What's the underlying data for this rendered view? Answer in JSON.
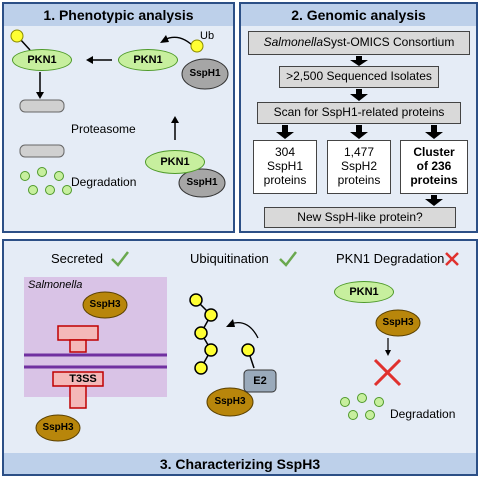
{
  "panel1": {
    "title": "1. Phenotypic analysis",
    "ub_label": "Ub",
    "pkn1_label": "PKN1",
    "ssph1_label": "SspH1",
    "proteasome_label": "Proteasome",
    "degradation_label": "Degradation"
  },
  "panel2": {
    "title": "2. Genomic analysis",
    "consortium_italic": "Salmonella",
    "consortium_rest": " Syst-OMICS Consortium",
    "isolates": ">2,500 Sequenced Isolates",
    "scan": "Scan for SspH1-related proteins",
    "box1_num": "304",
    "box1_name": "SspH1",
    "box1_unit": "proteins",
    "box2_num": "1,477",
    "box2_name": "SspH2",
    "box2_unit": "proteins",
    "box3_line1": "Cluster",
    "box3_line2": "of 236",
    "box3_line3": "proteins",
    "question": "New SspH-like protein?"
  },
  "panel3": {
    "title": "3. Characterizing SspH3",
    "secreted": "Secreted",
    "ubiquitination": "Ubiquitination",
    "pkn1_degradation": "PKN1 Degradation",
    "salmonella": "Salmonella",
    "t3ss": "T3SS",
    "ssph3_label": "SspH3",
    "e2_label": "E2",
    "pkn1_label": "PKN1",
    "degradation_label": "Degradation"
  },
  "colors": {
    "panel_border": "#2c4f86",
    "panel_bg": "#e5ecf6",
    "pkn1_green": "#c7ef9e",
    "ssph1_gray": "#a6a6a6",
    "ssph3_gold": "#b8860b",
    "ub_yellow": "#ffff33",
    "check_green": "#6aa84f",
    "cross_red": "#e0312e"
  }
}
